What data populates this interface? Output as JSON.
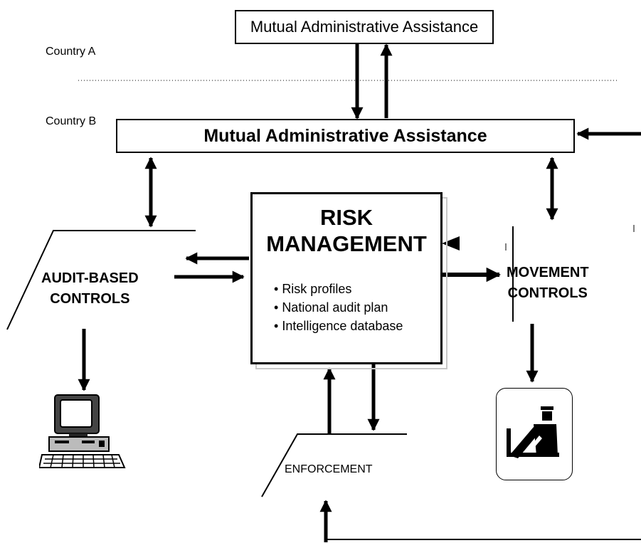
{
  "top_box": {
    "label": "Mutual Administrative Assistance"
  },
  "middle_box": {
    "label": "Mutual Administrative Assistance"
  },
  "country_a": "Country A",
  "country_b": "Country B",
  "risk_management": {
    "title_line1": "RISK",
    "title_line2": "MANAGEMENT",
    "items": [
      "Risk profiles",
      "National audit plan",
      "Intelligence database"
    ]
  },
  "audit_based": {
    "line1": "AUDIT-BASED",
    "line2": "CONTROLS"
  },
  "movement": {
    "line1": "MOVEMENT",
    "line2": "CONTROLS"
  },
  "enforcement": {
    "label": "ENFORCEMENT"
  },
  "icons": {
    "computer": "desktop-computer-icon",
    "officer": "customs-officer-icon"
  }
}
